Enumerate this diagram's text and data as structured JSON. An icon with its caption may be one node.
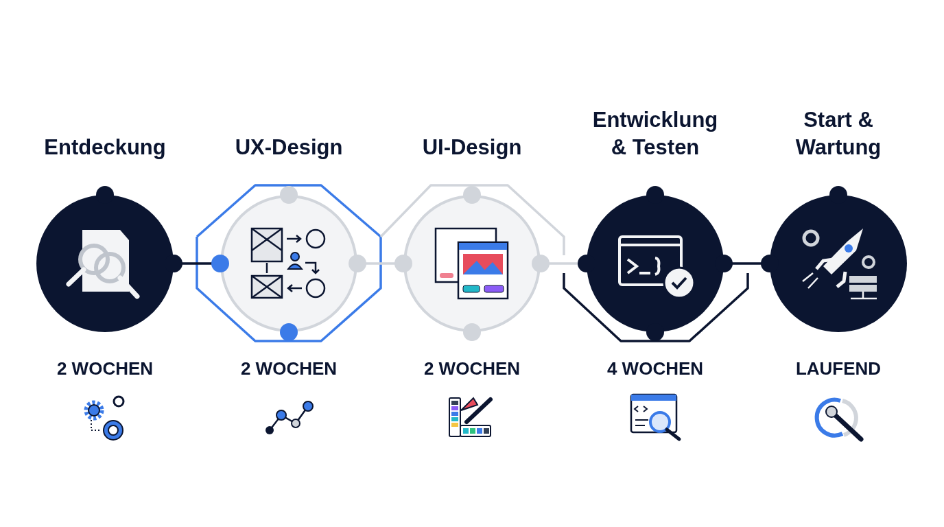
{
  "diagram": {
    "nodes": [
      {
        "text": [
          "Entdeckung"
        ],
        "beside": [
          "2 WOCHEN"
        ]
      },
      {
        "text": [
          "UX-Design"
        ],
        "beside": [
          "2 WOCHEN"
        ]
      },
      {
        "text": [
          "UI-Design"
        ],
        "beside": [
          "2 WOCHEN"
        ]
      },
      {
        "text": [
          "Entwicklung & Testen"
        ],
        "beside": [
          "4 WOCHEN"
        ]
      },
      {
        "text": [
          "Start & Wartung"
        ],
        "beside": [
          "LAUFEND"
        ]
      }
    ],
    "edges": [
      {
        "from": 0,
        "to": 1,
        "arrow": "other"
      },
      {
        "from": 1,
        "to": 2,
        "arrow": "other",
        "color": "#d1d5db"
      },
      {
        "from": 2,
        "to": 3,
        "arrow": "other",
        "color": "#d1d5db"
      },
      {
        "from": 3,
        "to": 4,
        "arrow": "other"
      }
    ]
  }
}
